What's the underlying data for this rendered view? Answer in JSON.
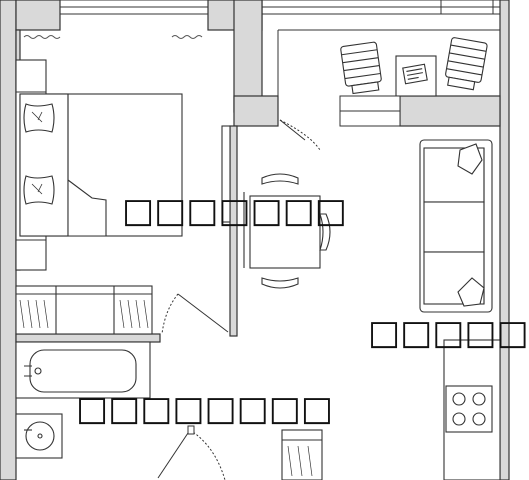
{
  "plan": {
    "colors": {
      "wall": "#d9d9d9",
      "line": "#333333",
      "fill": "#ffffff"
    },
    "rooms": [
      {
        "id": "bedroom",
        "label": "□□□□□□□"
      },
      {
        "id": "living",
        "label": "□□□□□"
      },
      {
        "id": "bathroom",
        "label": "□□□□□□□□"
      }
    ]
  }
}
